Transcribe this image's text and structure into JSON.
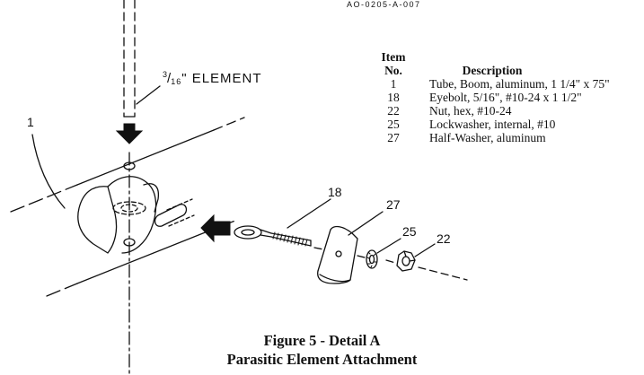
{
  "document_code": "AO-0205-A-007",
  "element_label": {
    "numerator": "3",
    "denominator": "16",
    "inch_mark": "\"",
    "text": "ELEMENT"
  },
  "part_callouts": [
    "1",
    "18",
    "27",
    "25",
    "22"
  ],
  "parts_table": {
    "header": {
      "item_line1": "Item",
      "item_line2": "No.",
      "description": "Description"
    },
    "rows": [
      {
        "no": "1",
        "description": "Tube, Boom, aluminum, 1 1/4\" x 75\""
      },
      {
        "no": "18",
        "description": "Eyebolt, 5/16\", #10-24 x 1 1/2\""
      },
      {
        "no": "22",
        "description": "Nut, hex, #10-24"
      },
      {
        "no": "25",
        "description": "Lockwasher, internal, #10"
      },
      {
        "no": "27",
        "description": "Half-Washer, aluminum"
      }
    ]
  },
  "caption": {
    "line1": "Figure 5 - Detail A",
    "line2": "Parasitic Element Attachment"
  }
}
